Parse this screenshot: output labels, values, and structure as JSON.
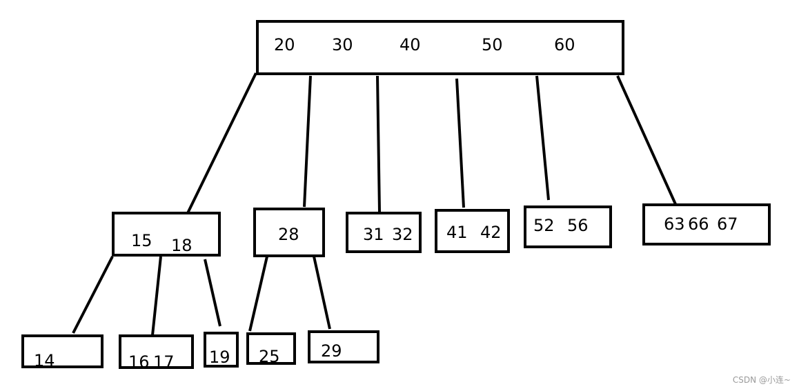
{
  "root": {
    "keys": [
      "20",
      "30",
      "40",
      "50",
      "60"
    ]
  },
  "level1": [
    {
      "keys": [
        "15",
        "18"
      ]
    },
    {
      "keys": [
        "28"
      ]
    },
    {
      "keys": [
        "31",
        "32"
      ]
    },
    {
      "keys": [
        "41",
        "42"
      ]
    },
    {
      "keys": [
        "52",
        "56"
      ]
    },
    {
      "keys": [
        "63",
        "66",
        "67"
      ]
    }
  ],
  "level2": [
    {
      "keys": [
        "14"
      ]
    },
    {
      "keys": [
        "16",
        "17"
      ]
    },
    {
      "keys": [
        "19"
      ]
    },
    {
      "keys": [
        "25"
      ]
    },
    {
      "keys": [
        "29"
      ]
    }
  ],
  "watermark": "CSDN @小连~",
  "colors": {
    "stroke": "#000000",
    "background": "#ffffff",
    "watermark": "#9a9a9a"
  }
}
